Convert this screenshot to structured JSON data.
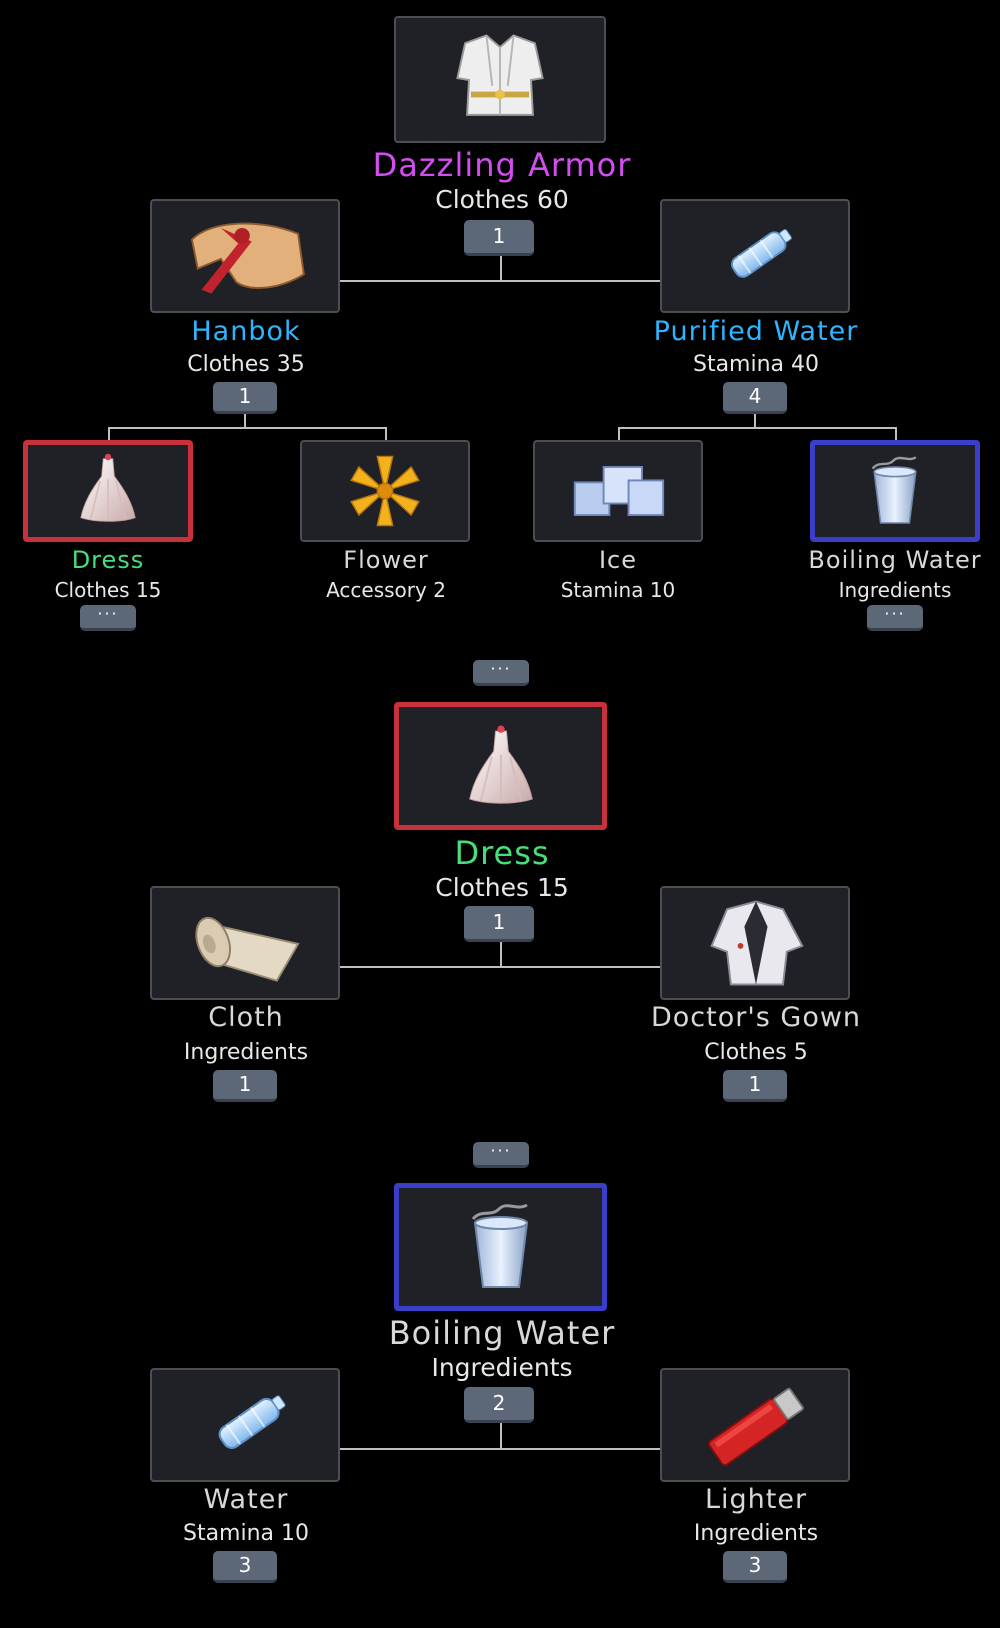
{
  "colors": {
    "purple": "#d24ef0",
    "blue": "#2fb4ff",
    "green": "#46e07a",
    "gray": "#d8d8d8",
    "red_border": "#c8303c",
    "blue_border": "#3a3ec8"
  },
  "more_label": "···",
  "tree1": {
    "root": {
      "name": "Dazzling Armor",
      "sub": "Clothes 60",
      "qty": "1",
      "icon": "white-armor-icon"
    },
    "hanbok": {
      "name": "Hanbok",
      "sub": "Clothes 35",
      "qty": "1",
      "icon": "hanbok-icon"
    },
    "purified_water": {
      "name": "Purified Water",
      "sub": "Stamina 40",
      "qty": "4",
      "icon": "water-bottle-icon"
    },
    "dress": {
      "name": "Dress",
      "sub": "Clothes 15",
      "icon": "dress-icon"
    },
    "flower": {
      "name": "Flower",
      "sub": "Accessory 2",
      "icon": "lily-flower-icon"
    },
    "ice": {
      "name": "Ice",
      "sub": "Stamina 10",
      "icon": "ice-cubes-icon"
    },
    "boiling_water": {
      "name": "Boiling Water",
      "sub": "Ingredients",
      "icon": "boiling-water-cup-icon"
    }
  },
  "tree2": {
    "root": {
      "name": "Dress",
      "sub": "Clothes 15",
      "qty": "1",
      "icon": "dress-icon"
    },
    "cloth": {
      "name": "Cloth",
      "sub": "Ingredients",
      "qty": "1",
      "icon": "cloth-roll-icon"
    },
    "doctors_gown": {
      "name": "Doctor's Gown",
      "sub": "Clothes 5",
      "qty": "1",
      "icon": "doctor-gown-icon"
    }
  },
  "tree3": {
    "root": {
      "name": "Boiling Water",
      "sub": "Ingredients",
      "qty": "2",
      "icon": "boiling-water-cup-icon"
    },
    "water": {
      "name": "Water",
      "sub": "Stamina 10",
      "qty": "3",
      "icon": "water-bottle-icon"
    },
    "lighter": {
      "name": "Lighter",
      "sub": "Ingredients",
      "qty": "3",
      "icon": "lighter-icon"
    }
  }
}
